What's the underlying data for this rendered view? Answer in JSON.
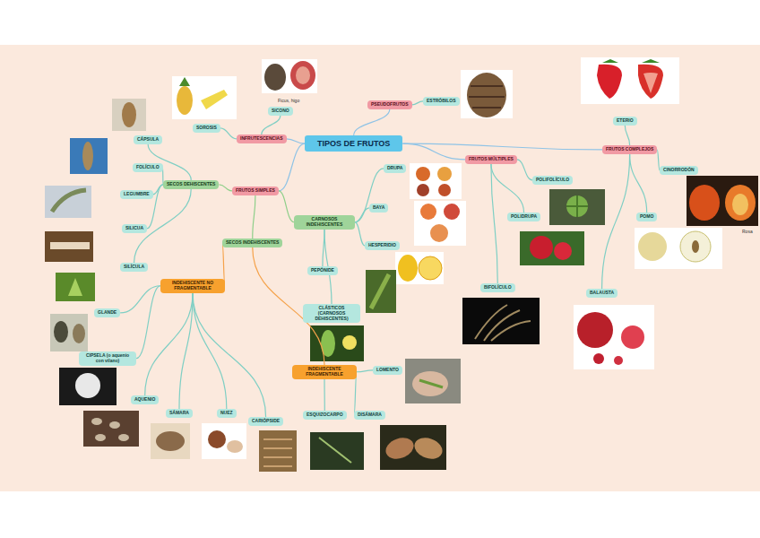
{
  "diagram": {
    "title": "TIPOS DE FRUTOS",
    "nodes": [
      {
        "text": [
          "TIPOS DE FRUTOS"
        ]
      },
      {
        "text": [
          "INFRUTESCENCIAS"
        ]
      },
      {
        "text": [
          "SOROSIS"
        ]
      },
      {
        "text": [
          "SICONO"
        ]
      },
      {
        "text": [
          "PSEUDOFRUTOS"
        ]
      },
      {
        "text": [
          "ESTRÓBILOS"
        ]
      },
      {
        "text": [
          "FRUTOS SIMPLES"
        ]
      },
      {
        "text": [
          "SECOS DEHISCENTES"
        ]
      },
      {
        "text": [
          "CÁPSULA"
        ]
      },
      {
        "text": [
          "FOLÍCULO"
        ]
      },
      {
        "text": [
          "LEGUMBRE"
        ]
      },
      {
        "text": [
          "SILICUA"
        ]
      },
      {
        "text": [
          "SILÍCULA"
        ]
      },
      {
        "text": [
          "CARNOSOS INDEHISCENTES"
        ]
      },
      {
        "text": [
          "DRUPA"
        ]
      },
      {
        "text": [
          "BAYA"
        ]
      },
      {
        "text": [
          "HESPERIDIO"
        ]
      },
      {
        "text": [
          "PEPÓNIDE"
        ]
      },
      {
        "text": [
          "CLÁSTICOS (CARNOSOS DEHISCENTES)"
        ]
      },
      {
        "text": [
          "SECOS INDEHISCENTES"
        ]
      },
      {
        "text": [
          "INDEHISCENTE NO FRAGMENTABLE"
        ]
      },
      {
        "text": [
          "GLANDE"
        ]
      },
      {
        "text": [
          "CIPSELA (o aquenio con vilano)"
        ]
      },
      {
        "text": [
          "AQUENIO"
        ]
      },
      {
        "text": [
          "SÁMARA"
        ]
      },
      {
        "text": [
          "NUEZ"
        ]
      },
      {
        "text": [
          "CARIÓPSIDE"
        ]
      },
      {
        "text": [
          "INDEHISCENTE FRAGMENTABLE"
        ]
      },
      {
        "text": [
          "LOMENTO"
        ]
      },
      {
        "text": [
          "DISÁMARA"
        ]
      },
      {
        "text": [
          "ESQUIZOCARPO"
        ]
      },
      {
        "text": [
          "FRUTOS MÚLTIPLES"
        ]
      },
      {
        "text": [
          "POLIFOLÍCULO"
        ]
      },
      {
        "text": [
          "POLIDRUPA"
        ]
      },
      {
        "text": [
          "BIFOLÍCULO"
        ]
      },
      {
        "text": [
          "FRUTOS COMPLEJOS"
        ]
      },
      {
        "text": [
          "ETERIO"
        ]
      },
      {
        "text": [
          "CINORRODÓN"
        ]
      },
      {
        "text": [
          "POMO"
        ]
      },
      {
        "text": [
          "BALAUSTA"
        ]
      }
    ],
    "edges": [
      {
        "from": 0,
        "to": 1,
        "arrow": "none"
      },
      {
        "from": 1,
        "to": 2,
        "arrow": "none"
      },
      {
        "from": 1,
        "to": 3,
        "arrow": "none"
      },
      {
        "from": 0,
        "to": 4,
        "arrow": "none"
      },
      {
        "from": 4,
        "to": 5,
        "arrow": "none"
      },
      {
        "from": 0,
        "to": 6,
        "arrow": "none"
      },
      {
        "from": 6,
        "to": 7,
        "arrow": "none"
      },
      {
        "from": 7,
        "to": 8,
        "arrow": "none"
      },
      {
        "from": 7,
        "to": 9,
        "arrow": "none"
      },
      {
        "from": 7,
        "to": 10,
        "arrow": "none"
      },
      {
        "from": 7,
        "to": 11,
        "arrow": "none"
      },
      {
        "from": 7,
        "to": 12,
        "arrow": "none"
      },
      {
        "from": 6,
        "to": 13,
        "arrow": "none"
      },
      {
        "from": 13,
        "to": 14,
        "arrow": "none"
      },
      {
        "from": 13,
        "to": 15,
        "arrow": "none"
      },
      {
        "from": 13,
        "to": 16,
        "arrow": "none"
      },
      {
        "from": 13,
        "to": 17,
        "arrow": "none"
      },
      {
        "from": 13,
        "to": 18,
        "arrow": "none"
      },
      {
        "from": 6,
        "to": 19,
        "arrow": "none"
      },
      {
        "from": 19,
        "to": 20,
        "arrow": "none"
      },
      {
        "from": 20,
        "to": 21,
        "arrow": "none"
      },
      {
        "from": 20,
        "to": 22,
        "arrow": "none"
      },
      {
        "from": 20,
        "to": 23,
        "arrow": "none"
      },
      {
        "from": 20,
        "to": 24,
        "arrow": "none"
      },
      {
        "from": 20,
        "to": 25,
        "arrow": "none"
      },
      {
        "from": 20,
        "to": 26,
        "arrow": "none"
      },
      {
        "from": 19,
        "to": 27,
        "arrow": "none"
      },
      {
        "from": 27,
        "to": 28,
        "arrow": "none"
      },
      {
        "from": 27,
        "to": 29,
        "arrow": "none"
      },
      {
        "from": 27,
        "to": 30,
        "arrow": "none"
      },
      {
        "from": 0,
        "to": 31,
        "arrow": "none"
      },
      {
        "from": 31,
        "to": 32,
        "arrow": "none"
      },
      {
        "from": 31,
        "to": 33,
        "arrow": "none"
      },
      {
        "from": 31,
        "to": 34,
        "arrow": "none"
      },
      {
        "from": 0,
        "to": 35,
        "arrow": "none"
      },
      {
        "from": 35,
        "to": 36,
        "arrow": "none"
      },
      {
        "from": 35,
        "to": 37,
        "arrow": "none"
      },
      {
        "from": 35,
        "to": 38,
        "arrow": "none"
      },
      {
        "from": 35,
        "to": 39,
        "arrow": "none"
      }
    ],
    "labels": [
      "Ficus, higo",
      "Rosa"
    ]
  }
}
